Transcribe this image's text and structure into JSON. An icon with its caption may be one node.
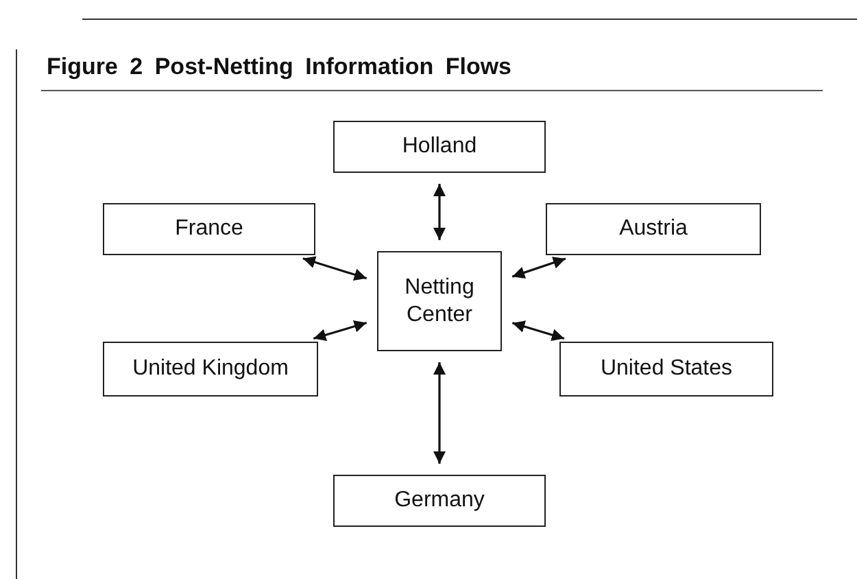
{
  "diagram": {
    "title": "Figure 2 Post-Netting Information Flows",
    "nodes": [
      {
        "text": [
          "Holland"
        ]
      },
      {
        "text": [
          "France"
        ]
      },
      {
        "text": [
          "Austria"
        ]
      },
      {
        "text": [
          "Netting Center"
        ]
      },
      {
        "text": [
          "United Kingdom"
        ]
      },
      {
        "text": [
          "United States"
        ]
      },
      {
        "text": [
          "Germany"
        ]
      }
    ],
    "edges": [
      {
        "from": 3,
        "to": 0,
        "arrow": "both"
      },
      {
        "from": 3,
        "to": 1,
        "arrow": "both"
      },
      {
        "from": 3,
        "to": 2,
        "arrow": "both"
      },
      {
        "from": 3,
        "to": 4,
        "arrow": "both"
      },
      {
        "from": 3,
        "to": 5,
        "arrow": "both"
      },
      {
        "from": 3,
        "to": 6,
        "arrow": "both"
      }
    ]
  }
}
